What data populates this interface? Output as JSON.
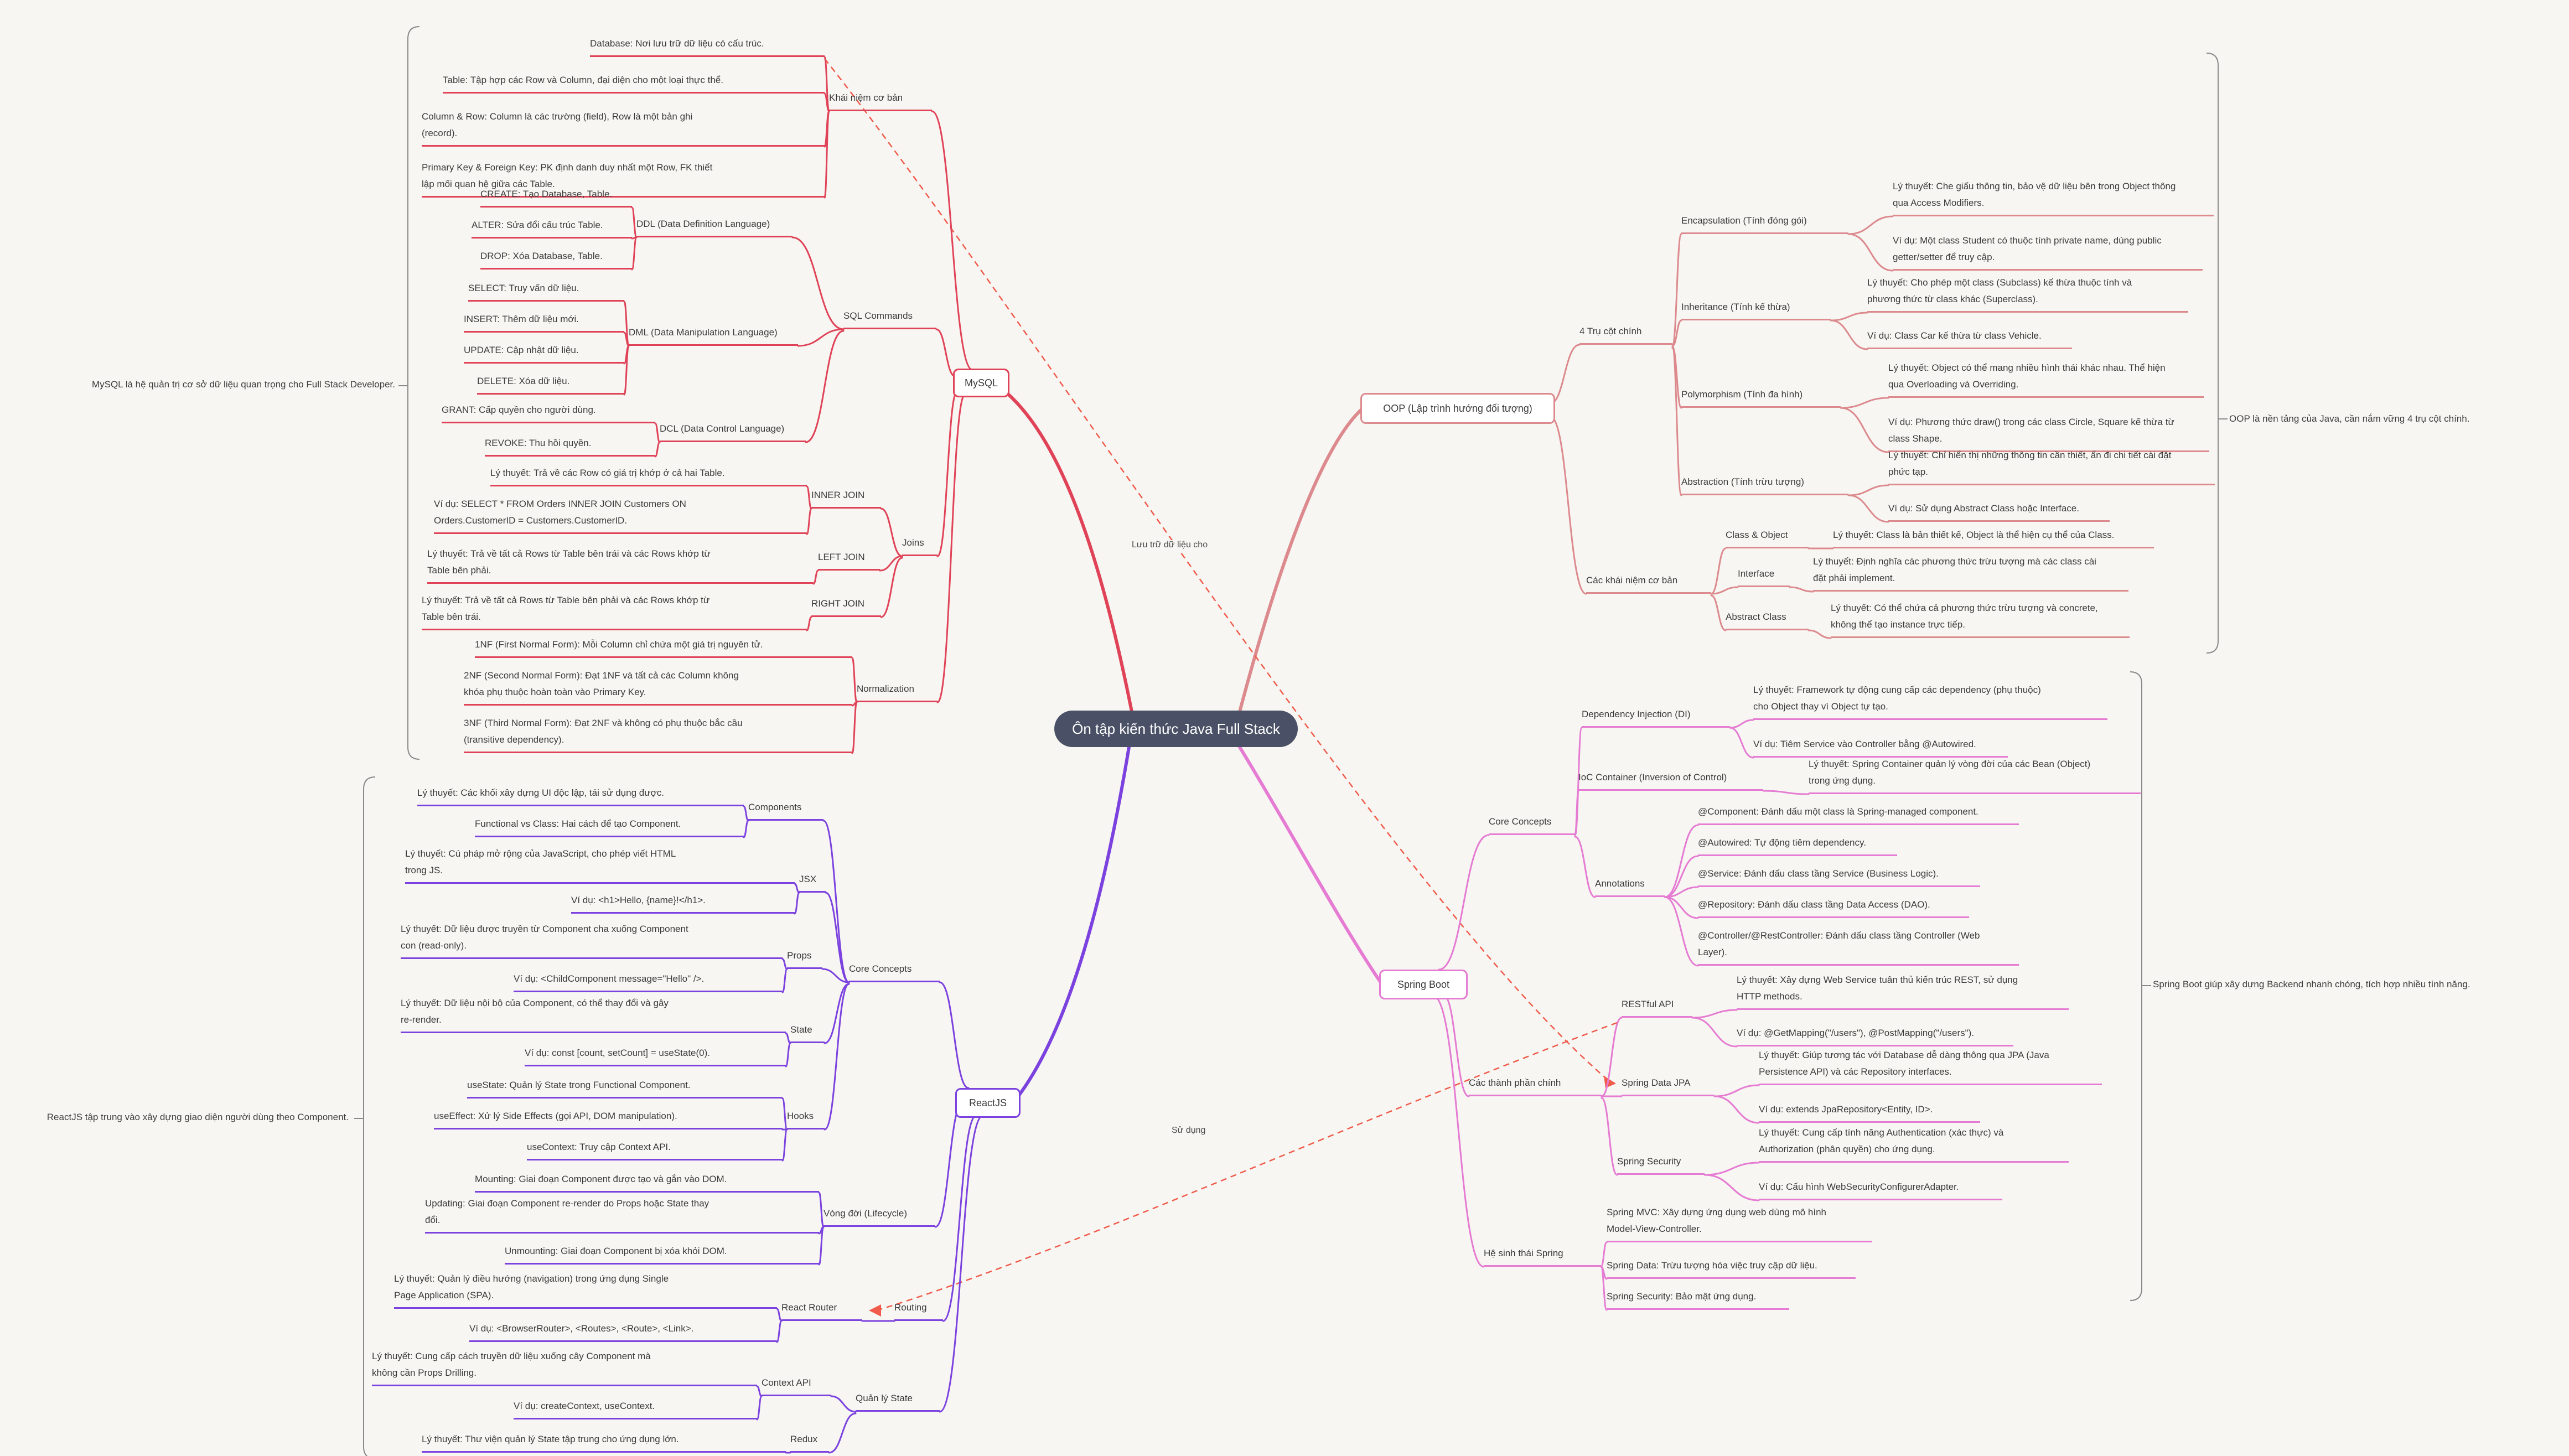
{
  "title": "Ôn tập kiến thức Java Full Stack",
  "annotations": {
    "mysql": "MySQL là hệ quản trị cơ sở dữ liệu quan trọng cho Full Stack Developer.",
    "oop": "OOP là nền tảng của Java, cần nắm vững 4 trụ cột chính.",
    "spring": "Spring Boot giúp xây dựng Backend nhanh chóng, tích hợp nhiều tính năng.",
    "react": "ReactJS tập trung vào xây dựng giao diện người dùng theo Component."
  },
  "relations": {
    "store": "Lưu trữ dữ liệu cho",
    "use": "Sử dụng"
  },
  "mysql": {
    "node": "MySQL",
    "basics": "Khái niệm cơ bản",
    "basics_items": [
      "Database: Nơi lưu trữ dữ liệu có cấu trúc.",
      "Table: Tập hợp các Row và Column, đại diện cho một loại thực thể.",
      "Column & Row: Column là các trường (field), Row là một bản ghi\n(record).",
      "Primary Key & Foreign Key: PK định danh duy nhất một Row, FK thiết\nlập mối quan hệ giữa các Table."
    ],
    "sql": "SQL Commands",
    "ddl": "DDL (Data Definition Language)",
    "ddl_items": [
      "CREATE: Tạo Database, Table.",
      "ALTER: Sửa đổi cấu trúc Table.",
      "DROP: Xóa Database, Table."
    ],
    "dml": "DML (Data Manipulation Language)",
    "dml_items": [
      "SELECT: Truy vấn dữ liệu.",
      "INSERT: Thêm dữ liệu mới.",
      "UPDATE: Cập nhật dữ liệu.",
      "DELETE: Xóa dữ liệu."
    ],
    "dcl": "DCL (Data Control Language)",
    "dcl_items": [
      "GRANT: Cấp quyền cho người dùng.",
      "REVOKE: Thu hồi quyền."
    ],
    "joins": "Joins",
    "inner": "INNER JOIN",
    "inner_items": [
      "Lý thuyết: Trả về các Row có giá trị khớp ở cả hai Table.",
      "Ví dụ: SELECT * FROM Orders INNER JOIN Customers ON\nOrders.CustomerID = Customers.CustomerID."
    ],
    "left": "LEFT JOIN",
    "left_items": [
      "Lý thuyết: Trả về tất cả Rows từ Table bên trái và các Rows khớp từ\nTable bên phải."
    ],
    "right": "RIGHT JOIN",
    "right_items": [
      "Lý thuyết: Trả về tất cả Rows từ Table bên phải và các Rows khớp từ\nTable bên trái."
    ],
    "norm": "Normalization",
    "norm_items": [
      "1NF (First Normal Form): Mỗi Column chỉ chứa một giá trị nguyên tử.",
      "2NF (Second Normal Form): Đạt 1NF và tất cả các Column không\nkhóa phụ thuộc hoàn toàn vào Primary Key.",
      "3NF (Third Normal Form): Đạt 2NF và không có phụ thuộc bắc cầu\n(transitive dependency)."
    ]
  },
  "oop": {
    "node": "OOP (Lập trình hướng đối tượng)",
    "pillars": "4 Trụ cột chính",
    "encap": "Encapsulation (Tính đóng gói)",
    "encap_items": [
      "Lý thuyết: Che giấu thông tin, bảo vệ dữ liệu bên trong Object thông\nqua Access Modifiers.",
      "Ví dụ: Một class Student có thuộc tính private name, dùng public\ngetter/setter để truy cập."
    ],
    "inherit": "Inheritance (Tính kế thừa)",
    "inherit_items": [
      "Lý thuyết: Cho phép một class (Subclass) kế thừa thuộc tính và\nphương thức từ class khác (Superclass).",
      "Ví dụ: Class Car kế thừa từ class Vehicle."
    ],
    "poly": "Polymorphism (Tính đa hình)",
    "poly_items": [
      "Lý thuyết: Object có thể mang nhiều hình thái khác nhau. Thể hiện\nqua Overloading và Overriding.",
      "Ví dụ: Phương thức draw() trong các class Circle, Square kế thừa từ\nclass Shape."
    ],
    "abstraction": "Abstraction (Tính trừu tượng)",
    "abstraction_items": [
      "Lý thuyết: Chỉ hiển thị những thông tin cần thiết, ẩn đi chi tiết cài đặt\nphức tạp.",
      "Ví dụ: Sử dụng Abstract Class hoặc Interface."
    ],
    "concepts": "Các khái niệm cơ bản",
    "class_obj": "Class & Object",
    "class_obj_items": [
      "Lý thuyết: Class là bản thiết kế, Object là thể hiện cụ thể của Class."
    ],
    "interface": "Interface",
    "interface_items": [
      "Lý thuyết: Định nghĩa các phương thức trừu tượng mà các class cài\nđặt phải implement."
    ],
    "abstract_class": "Abstract Class",
    "abstract_class_items": [
      "Lý thuyết: Có thể chứa cả phương thức trừu tượng và concrete,\nkhông thể tạo instance trực tiếp."
    ]
  },
  "spring": {
    "node": "Spring Boot",
    "core": "Core Concepts",
    "di": "Dependency Injection (DI)",
    "di_items": [
      "Lý thuyết: Framework tự động cung cấp các dependency (phụ thuộc)\ncho Object thay vì Object tự tạo.",
      "Ví dụ: Tiêm Service vào Controller bằng @Autowired."
    ],
    "ioc": "IoC Container (Inversion of Control)",
    "ioc_items": [
      "Lý thuyết: Spring Container quản lý vòng đời của các Bean (Object)\ntrong ứng dụng."
    ],
    "annotations": "Annotations",
    "annotations_items": [
      "@Component: Đánh dấu một class là Spring-managed component.",
      "@Autowired: Tự động tiêm dependency.",
      "@Service: Đánh dấu class tầng Service (Business Logic).",
      "@Repository: Đánh dấu class tầng Data Access (DAO).",
      "@Controller/@RestController: Đánh dấu class tầng Controller (Web\nLayer)."
    ],
    "parts": "Các thành phần chính",
    "restful": "RESTful API",
    "restful_items": [
      "Lý thuyết: Xây dựng Web Service tuân thủ kiến trúc REST, sử dụng\nHTTP methods.",
      "Ví dụ: @GetMapping(\"/users\"), @PostMapping(\"/users\")."
    ],
    "jpa": "Spring Data JPA",
    "jpa_items": [
      "Lý thuyết: Giúp tương tác với Database dễ dàng thông qua JPA (Java\nPersistence API) và các Repository interfaces.",
      "Ví dụ: extends JpaRepository<Entity, ID>."
    ],
    "security": "Spring Security",
    "security_items": [
      "Lý thuyết: Cung cấp tính năng Authentication (xác thực) và\nAuthorization (phân quyền) cho ứng dụng.",
      "Ví dụ: Cấu hình WebSecurityConfigurerAdapter."
    ],
    "eco": "Hệ sinh thái Spring",
    "eco_items": [
      "Spring MVC: Xây dựng ứng dụng web dùng mô hình\nModel-View-Controller.",
      "Spring Data: Trừu tượng hóa việc truy cập dữ liệu.",
      "Spring Security: Bảo mật ứng dụng."
    ]
  },
  "react": {
    "node": "ReactJS",
    "core": "Core Concepts",
    "components": "Components",
    "components_items": [
      "Lý thuyết: Các khối xây dựng UI độc lập, tái sử dụng được.",
      "Functional vs Class: Hai cách để tạo Component."
    ],
    "jsx": "JSX",
    "jsx_items": [
      "Lý thuyết: Cú pháp mở rộng của JavaScript, cho phép viết HTML\ntrong JS.",
      "Ví dụ: <h1>Hello, {name}!</h1>."
    ],
    "props": "Props",
    "props_items": [
      "Lý thuyết: Dữ liệu được truyền từ Component cha xuống Component\ncon (read-only).",
      "Ví dụ: <ChildComponent message=\"Hello\" />."
    ],
    "state": "State",
    "state_items": [
      "Lý thuyết: Dữ liệu nội bộ của Component, có thể thay đổi và gây\nre-render.",
      "Ví dụ: const [count, setCount] = useState(0)."
    ],
    "hooks": "Hooks",
    "hooks_items": [
      "useState: Quản lý State trong Functional Component.",
      "useEffect: Xử lý Side Effects (gọi API, DOM manipulation).",
      "useContext: Truy cập Context API."
    ],
    "lifecycle": "Vòng đời (Lifecycle)",
    "lifecycle_items": [
      "Mounting: Giai đoạn Component được tạo và gắn vào DOM.",
      "Updating: Giai đoạn Component re-render do Props hoặc State thay\nđổi.",
      "Unmounting: Giai đoạn Component bị xóa khỏi DOM."
    ],
    "routing": "Routing",
    "router": "React Router",
    "router_items": [
      "Lý thuyết: Quản lý điều hướng (navigation) trong ứng dụng Single\nPage Application (SPA).",
      "Ví dụ: <BrowserRouter>, <Routes>, <Route>, <Link>."
    ],
    "statemgmt": "Quản lý State",
    "context": "Context API",
    "context_items": [
      "Lý thuyết: Cung cấp cách truyền dữ liệu xuống cây Component mà\nkhông cần Props Drilling.",
      "Ví dụ: createContext, useContext."
    ],
    "redux": "Redux",
    "redux_items": [
      "Lý thuyết: Thư viện quản lý State tập trung cho ứng dụng lớn."
    ]
  }
}
